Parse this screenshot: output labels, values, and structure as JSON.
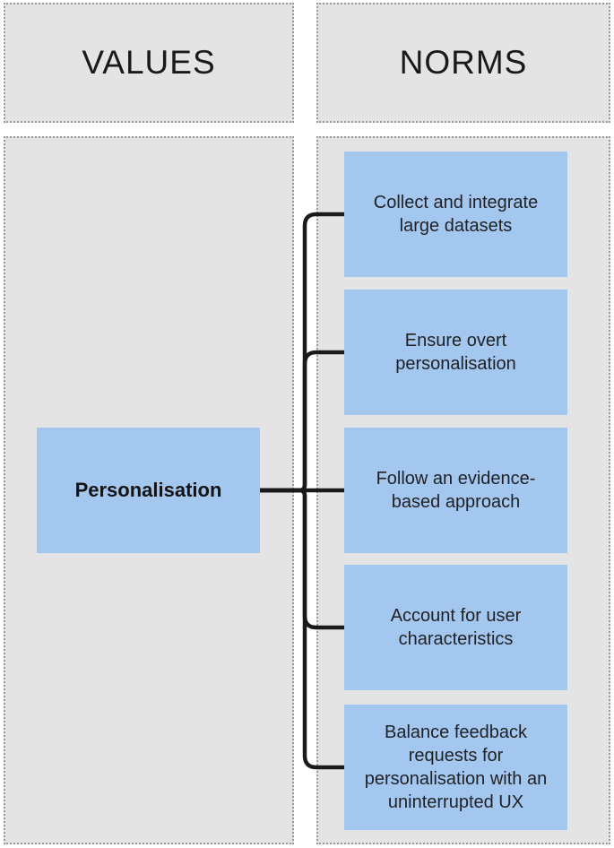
{
  "diagram": {
    "headers": {
      "left": "VALUES",
      "right": "NORMS"
    },
    "value_box": {
      "label": "Personalisation"
    },
    "norm_boxes": [
      {
        "label": "Collect and integrate large datasets"
      },
      {
        "label": "Ensure overt personalisation"
      },
      {
        "label": "Follow an evidence-based approach"
      },
      {
        "label": "Account for user characteristics"
      },
      {
        "label": "Balance feedback requests for personalisation with an uninterrupted UX"
      }
    ],
    "colors": {
      "panel_background": "#e4e4e4",
      "panel_dotted_border": "#9a9a9a",
      "box_blue": "#a4c7f0",
      "connector_line": "#1a1a1a",
      "text": "#1f2124"
    }
  }
}
